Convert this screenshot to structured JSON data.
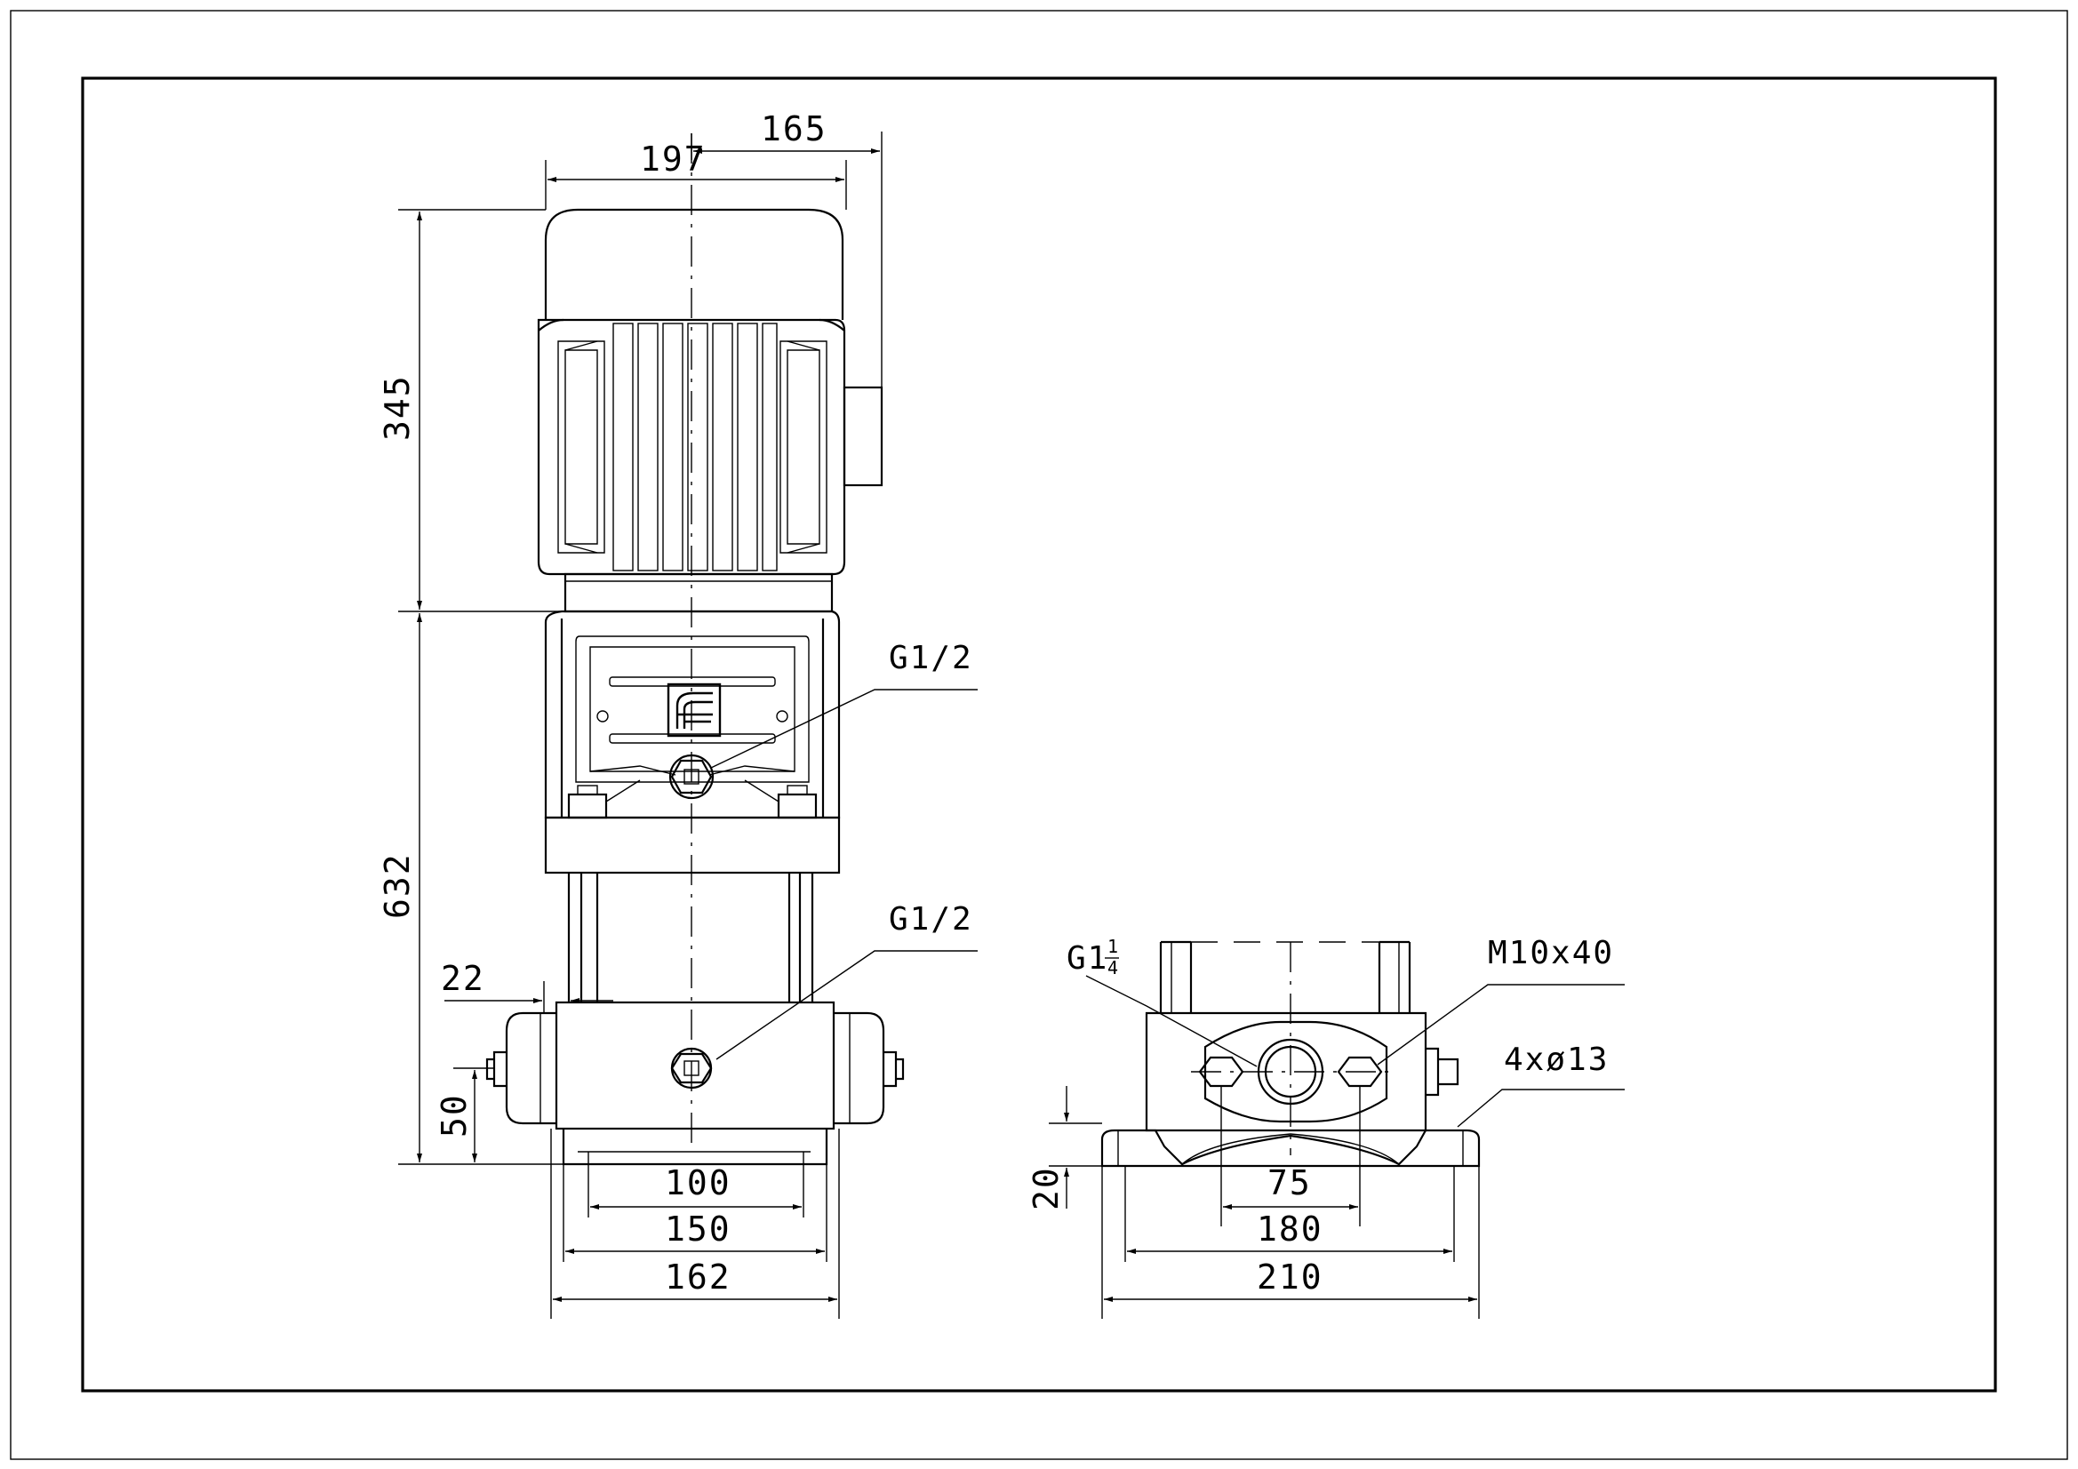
{
  "dimensions": {
    "motor_width": "197",
    "motor_offset": "165",
    "motor_height": "345",
    "pump_height": "632",
    "flange_offset": "22",
    "port_height": "50",
    "base_inner": "100",
    "base_mid": "150",
    "base_outer": "162",
    "foot_height": "20",
    "port_spacing": "75",
    "hole_spacing": "180",
    "foot_width": "210"
  },
  "annotations": {
    "port_upper": "G1/2",
    "port_lower": "G1/2",
    "inlet_thread": "G1",
    "inlet_frac_num": "1",
    "inlet_frac_den": "4",
    "bolt": "M10x40",
    "holes": "4xø13"
  }
}
